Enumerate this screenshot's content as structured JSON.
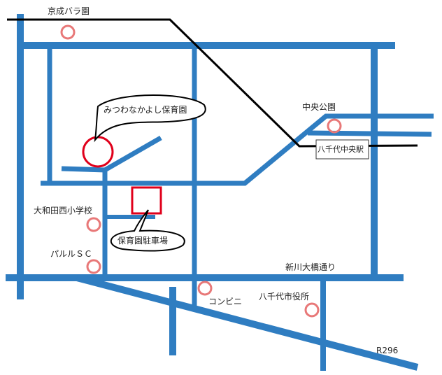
{
  "colors": {
    "road": "#2f7dc1",
    "rail": "#000000",
    "landmark": "#e87878",
    "target": "#e0001b"
  },
  "landmarks": {
    "keisei_rose_garden": "京成バラ園",
    "central_park": "中央公園",
    "owadanishi_school": "大和田西小学校",
    "paruru_sc": "パルルＳＣ",
    "convenience_store": "コンビニ",
    "city_hall": "八千代市役所"
  },
  "roads": {
    "shinkawa_ohashi": "新川大橋通り",
    "route": "R296"
  },
  "station": "八千代中央駅",
  "callouts": {
    "nursery": "みつわなかよし保育園",
    "parking": "保育園駐車場"
  }
}
